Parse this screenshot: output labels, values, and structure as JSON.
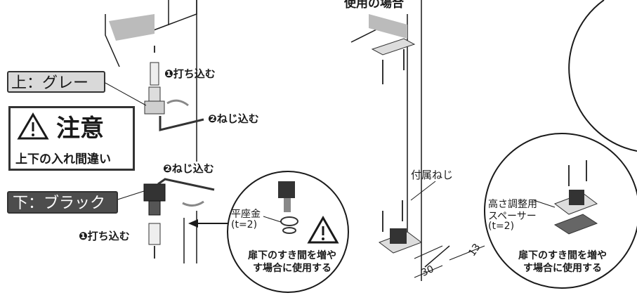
{
  "upper_label": "上：グレー",
  "lower_label": "下：ブラック",
  "caution": {
    "title": "注意",
    "text": "上下の入れ間違い"
  },
  "steps": {
    "drive_in": "❶打ち込む",
    "screw_in": "❷ねじ込む"
  },
  "top_right_partial": "使用の場合",
  "washer": {
    "label": "平座金",
    "thickness": "(t=2)"
  },
  "attached_screw": "付属ねじ",
  "spacer": {
    "line1": "高さ調整用",
    "line2": "スペーサー",
    "thickness": "(t=2)"
  },
  "note": {
    "line1": "扉下のすき間を増や",
    "line2": "す場合に使用する"
  },
  "dimensions": {
    "depth": "30",
    "offset": "13"
  },
  "colors": {
    "grey_part": "#d9d9d9",
    "black_part": "#4d4d4d",
    "line": "#1a1a1a"
  }
}
